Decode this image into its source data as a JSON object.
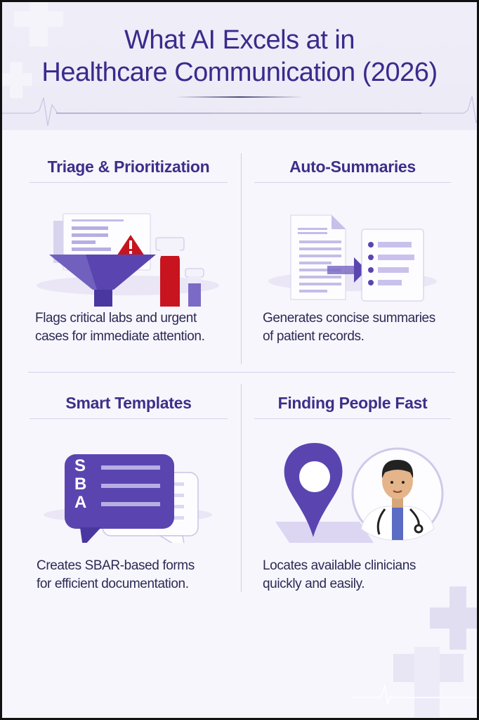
{
  "title": {
    "line1": "What AI Excels at in",
    "line2": "Healthcare Communication (2026)"
  },
  "cards": [
    {
      "heading": "Triage & Prioritization",
      "description_line1": "Flags critical labs and urgent",
      "description_line2": "cases for immediate attention.",
      "icon": "funnel-alert-test-tubes-icon"
    },
    {
      "heading": "Auto-Summaries",
      "description_line1": "Generates concise summaries",
      "description_line2": "of patient records.",
      "icon": "document-to-summary-icon"
    },
    {
      "heading": "Smart Templates",
      "description_line1": "Creates SBAR-based forms",
      "description_line2": "for efficient documentation.",
      "icon": "sbar-chat-bubble-icon",
      "bubble_letters": [
        "S",
        "B",
        "A"
      ]
    },
    {
      "heading": "Finding People Fast",
      "description_line1": "Locates available clinicians",
      "description_line2": "quickly and easily.",
      "icon": "location-pin-doctor-icon"
    }
  ],
  "colors": {
    "primary_purple": "#3b2a8c",
    "accent_purple": "#5a45b0",
    "alert_red": "#c8141e",
    "background": "#f7f6fc"
  }
}
